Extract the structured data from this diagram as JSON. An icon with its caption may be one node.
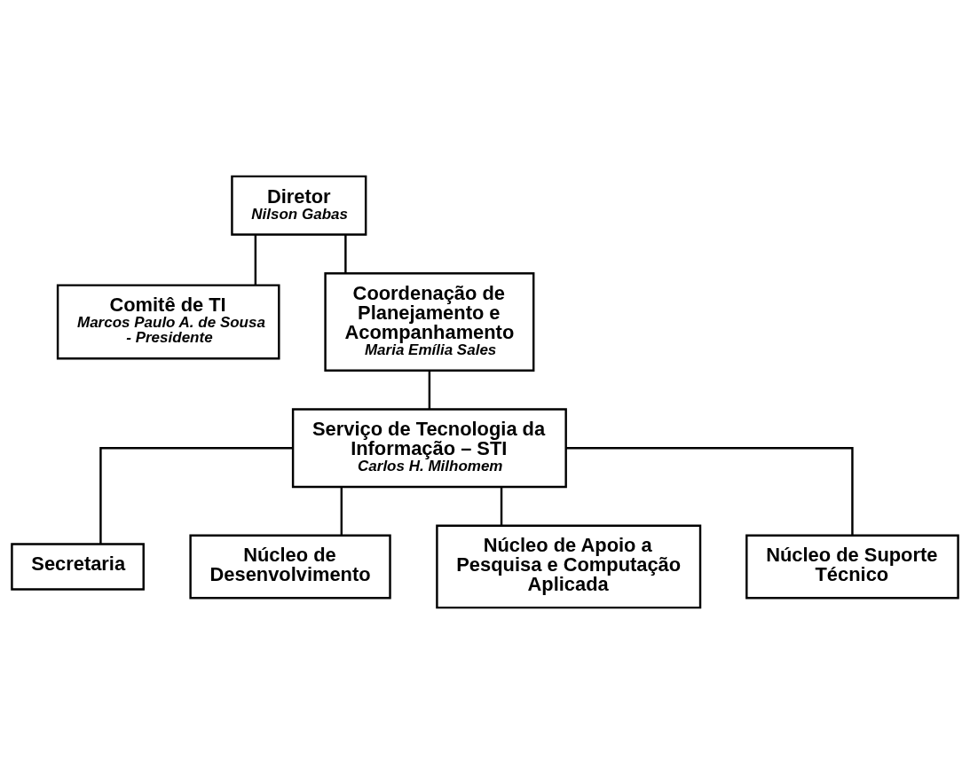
{
  "diagram": {
    "nodes": [
      {
        "text": [
          "Diretor",
          "Nilson Gabas"
        ]
      },
      {
        "text": [
          "Comitê de TI",
          "Marcos Paulo A. de Sousa - Presidente"
        ]
      },
      {
        "text": [
          "Coordenação de Planejamento e Acompanhamento",
          "Maria Emília Sales"
        ]
      },
      {
        "text": [
          "Serviço de Tecnologia da Informação – STI",
          "Carlos H. Milhomem"
        ]
      },
      {
        "text": [
          "Secretaria"
        ]
      },
      {
        "text": [
          "Núcleo de Desenvolvimento"
        ]
      },
      {
        "text": [
          "Núcleo de Apoio a Pesquisa e Computação Aplicada"
        ]
      },
      {
        "text": [
          "Núcleo de Suporte Técnico"
        ]
      }
    ],
    "edges": [
      {
        "from": 0,
        "to": 1,
        "arrow": "none"
      },
      {
        "from": 0,
        "to": 2,
        "arrow": "none"
      },
      {
        "from": 2,
        "to": 3,
        "arrow": "none"
      },
      {
        "from": 3,
        "to": 4,
        "arrow": "none"
      },
      {
        "from": 3,
        "to": 5,
        "arrow": "none"
      },
      {
        "from": 3,
        "to": 6,
        "arrow": "none"
      },
      {
        "from": 3,
        "to": 7,
        "arrow": "none"
      }
    ]
  }
}
